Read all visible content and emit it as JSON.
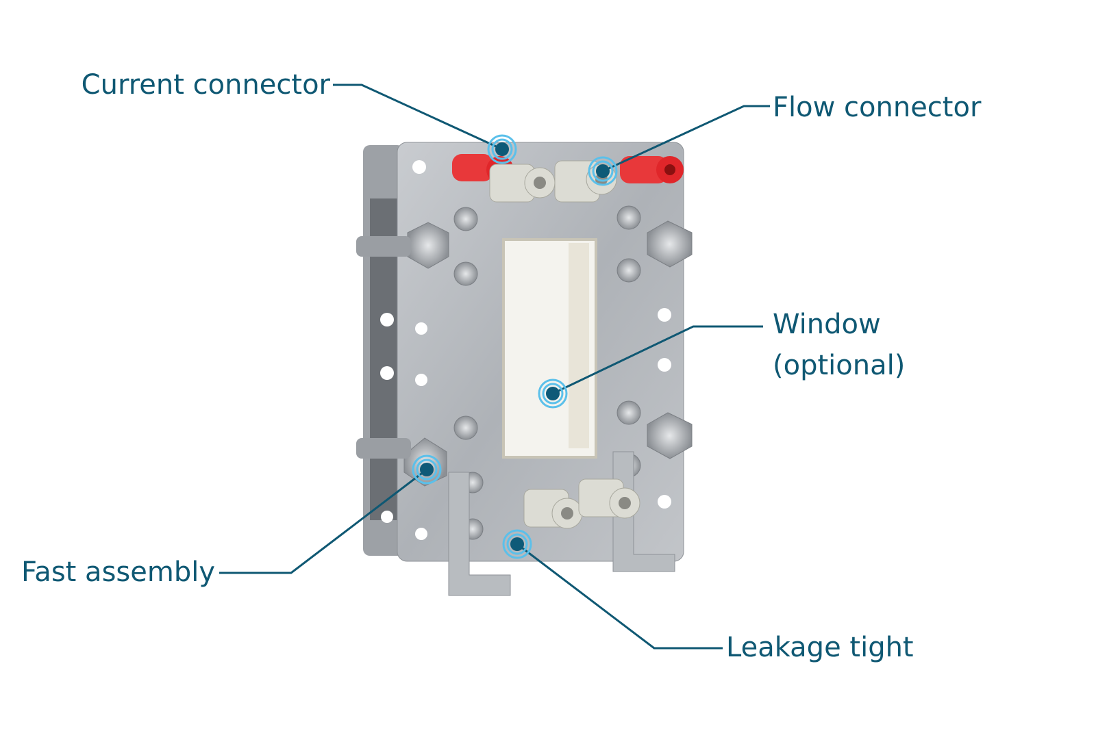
{
  "colors": {
    "label": "#0f5873",
    "hotspot": "#0e5a78",
    "ring": "#5bc0ea"
  },
  "labels": {
    "current_connector": "Current connector",
    "flow_connector": "Flow connector",
    "window_line1": "Window",
    "window_line2": "(optional)",
    "fast_assembly": "Fast assembly",
    "leakage_tight": "Leakage tight"
  }
}
